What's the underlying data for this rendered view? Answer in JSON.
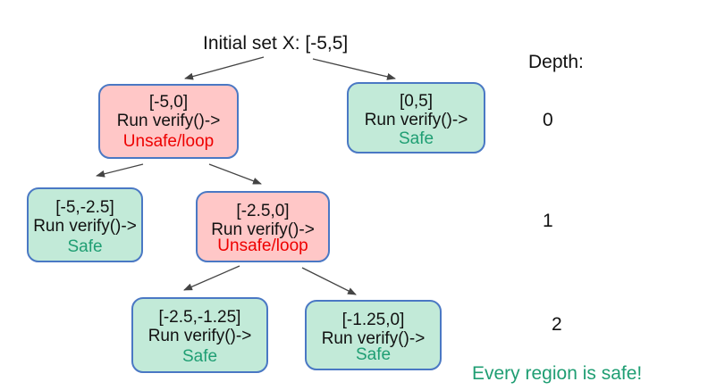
{
  "root": {
    "label": "Initial set X: [-5,5]"
  },
  "depth_header": "Depth:",
  "depth_levels": [
    "0",
    "1",
    "2"
  ],
  "nodes": {
    "n_neg5_0": {
      "interval": "[-5,0]",
      "action": "Run verify()->",
      "status": "Unsafe/loop"
    },
    "n_0_5": {
      "interval": "[0,5]",
      "action": "Run verify()->",
      "status": "Safe"
    },
    "n_neg5_neg2_5": {
      "interval": "[-5,-2.5]",
      "action": "Run verify()->",
      "status": "Safe"
    },
    "n_neg2_5_0": {
      "interval": "[-2.5,0]",
      "action": "Run verify()->",
      "status": "Unsafe/loop"
    },
    "n_neg2_5_neg1_25": {
      "interval": "[-2.5,-1.25]",
      "action": "Run verify()->",
      "status": "Safe"
    },
    "n_neg1_25_0": {
      "interval": "[-1.25,0]",
      "action": "Run verify()->",
      "status": "Safe"
    }
  },
  "summary": "Every region is safe!",
  "colors": {
    "unsafe_fill": "#ffc7c7",
    "safe_fill": "#c2ead8",
    "border": "#4a78c4",
    "safe_text": "#1f9e73",
    "unsafe_text": "#ee0000",
    "arrow": "#444444"
  }
}
